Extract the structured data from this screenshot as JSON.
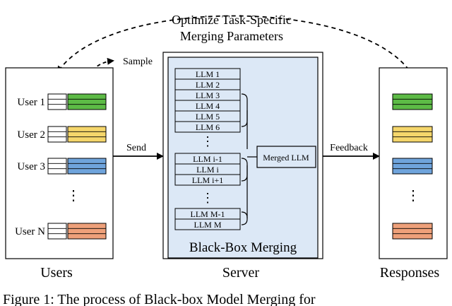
{
  "top_label": {
    "line1": "Optimize Task-Specific",
    "line2": "Merging Parameters"
  },
  "sample_label": "Sample",
  "send_label": "Send",
  "feedback_label": "Feedback",
  "users": {
    "title": "Users",
    "items": [
      {
        "label": "User 1",
        "color": "#5dbb46"
      },
      {
        "label": "User 2",
        "color": "#f5d66b"
      },
      {
        "label": "User 3",
        "color": "#6fa4dc"
      },
      {
        "label": "User N",
        "color": "#eea07a"
      }
    ],
    "ellipsis": "⋮"
  },
  "server": {
    "title": "Server",
    "inner_title": "Black-Box Merging",
    "llms_top": [
      "LLM 1",
      "LLM 2",
      "LLM 3",
      "LLM 4",
      "LLM 5",
      "LLM 6"
    ],
    "llms_mid": [
      "LLM i-1",
      "LLM i",
      "LLM i+1"
    ],
    "llms_bot": [
      "LLM M-1",
      "LLM M"
    ],
    "ellipsis": "⋮",
    "merged": "Merged LLM"
  },
  "responses": {
    "title": "Responses",
    "colors": [
      "#5dbb46",
      "#f5d66b",
      "#6fa4dc",
      "#eea07a"
    ],
    "ellipsis": "⋮"
  },
  "caption": "Figure 1: The process of Black-box Model Merging for"
}
